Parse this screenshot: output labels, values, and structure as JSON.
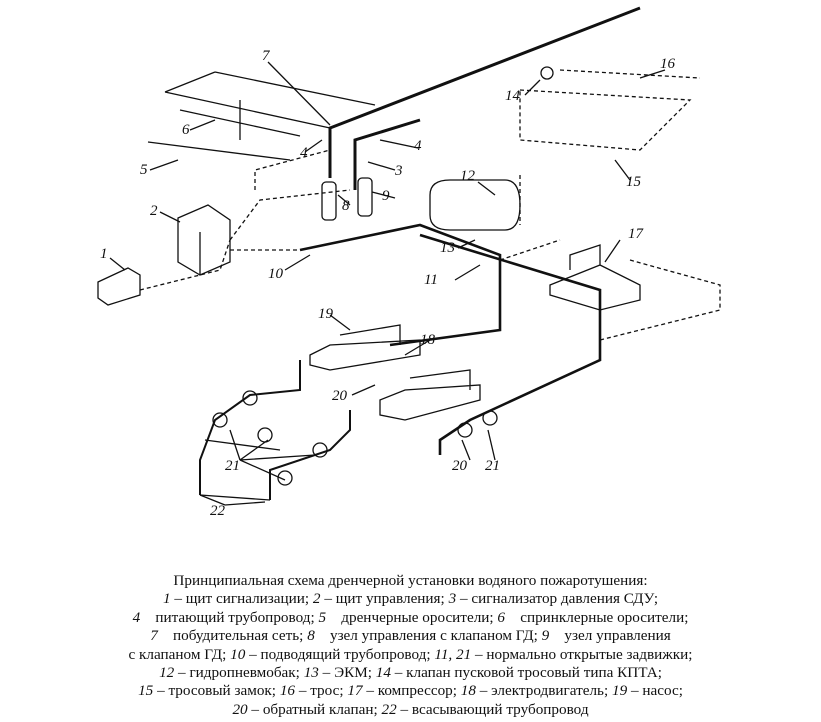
{
  "diagram": {
    "labels": [
      "1",
      "2",
      "3",
      "4",
      "4",
      "5",
      "6",
      "7",
      "8",
      "9",
      "10",
      "11",
      "12",
      "13",
      "14",
      "15",
      "16",
      "17",
      "18",
      "19",
      "20",
      "20",
      "21",
      "21",
      "22"
    ]
  },
  "caption": {
    "title": "Принципиальная схема дренчерной установки водяного пожаротушения:",
    "lines": [
      [
        [
          "1",
          "num"
        ],
        [
          " – щит сигнализации; ",
          ""
        ],
        [
          "2",
          "num"
        ],
        [
          " – щит управления; ",
          ""
        ],
        [
          "3",
          "num"
        ],
        [
          " – сигнализатор давления СДУ;",
          ""
        ]
      ],
      [
        [
          "4",
          "num"
        ],
        [
          "    питающий трубопровод; ",
          ""
        ],
        [
          "5",
          "num"
        ],
        [
          "    дренчерные оросители; ",
          ""
        ],
        [
          "6",
          "num"
        ],
        [
          "    спринклерные оросители;",
          ""
        ]
      ],
      [
        [
          "7",
          "num"
        ],
        [
          "    побудительная сеть; ",
          ""
        ],
        [
          "8",
          "num"
        ],
        [
          "    узел управления с клапаном ГД; ",
          ""
        ],
        [
          "9",
          "num"
        ],
        [
          "    узел управления",
          ""
        ]
      ],
      [
        [
          "с клапаном ГД; ",
          ""
        ],
        [
          "10",
          "num"
        ],
        [
          " – подводящий трубопровод; ",
          ""
        ],
        [
          "11, 21",
          "num"
        ],
        [
          " – нормально открытые задвижки;",
          ""
        ]
      ],
      [
        [
          "12",
          "num"
        ],
        [
          " – гидропневмобак; ",
          ""
        ],
        [
          "13",
          "num"
        ],
        [
          " – ЭКМ; ",
          ""
        ],
        [
          "14",
          "num"
        ],
        [
          " – клапан пусковой тросовый типа КПТА;",
          ""
        ]
      ],
      [
        [
          "15",
          "num"
        ],
        [
          " – тросовый замок; ",
          ""
        ],
        [
          "16",
          "num"
        ],
        [
          " – трос; ",
          ""
        ],
        [
          "17",
          "num"
        ],
        [
          " – компрессор; ",
          ""
        ],
        [
          "18",
          "num"
        ],
        [
          " – электродвигатель; ",
          ""
        ],
        [
          "19",
          "num"
        ],
        [
          " – насос;",
          ""
        ]
      ],
      [
        [
          "20",
          "num"
        ],
        [
          " – обратный клапан; ",
          ""
        ],
        [
          "22",
          "num"
        ],
        [
          " – всасывающий трубопровод",
          ""
        ]
      ]
    ]
  }
}
